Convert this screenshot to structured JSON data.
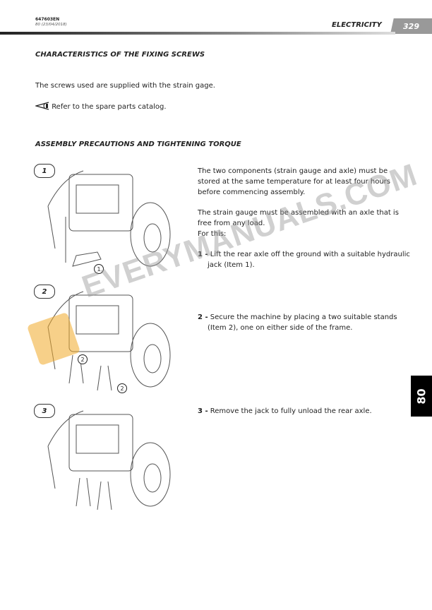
{
  "header": {
    "doc_code": "647603EN",
    "revision": "80 (23/04/2018)",
    "section": "ELECTRICITY",
    "page_number": "329"
  },
  "side_tab": "80",
  "sections": [
    {
      "title": "CHARACTERISTICS OF THE FIXING SCREWS",
      "body": "The screws used are supplied with the strain gage.",
      "ref": "Refer to the spare parts catalog."
    },
    {
      "title": "ASSEMBLY PRECAUTIONS AND TIGHTENING TORQUE"
    }
  ],
  "paragraphs": [
    "The two components (strain gauge and axle) must be stored at the same temperature for at least four hours before commencing assembly.",
    "The strain gauge must be assembled with an axle that is free from any load.",
    "For this:"
  ],
  "steps": [
    {
      "num": "1 -",
      "text": "Lift the rear axle off the ground with a suitable hydraulic jack (Item 1)."
    },
    {
      "num": "2 -",
      "text": "Secure the machine by placing a two suitable stands (Item 2), one on either side of the frame."
    },
    {
      "num": "3 -",
      "text": "Remove the jack to fully unload the rear axle."
    }
  ],
  "figures": [
    {
      "label": "1",
      "callouts": [
        "1"
      ]
    },
    {
      "label": "2",
      "callouts": [
        "2",
        "2"
      ]
    },
    {
      "label": "3",
      "callouts": []
    }
  ],
  "watermark": "EVERYMANUALS.COM"
}
